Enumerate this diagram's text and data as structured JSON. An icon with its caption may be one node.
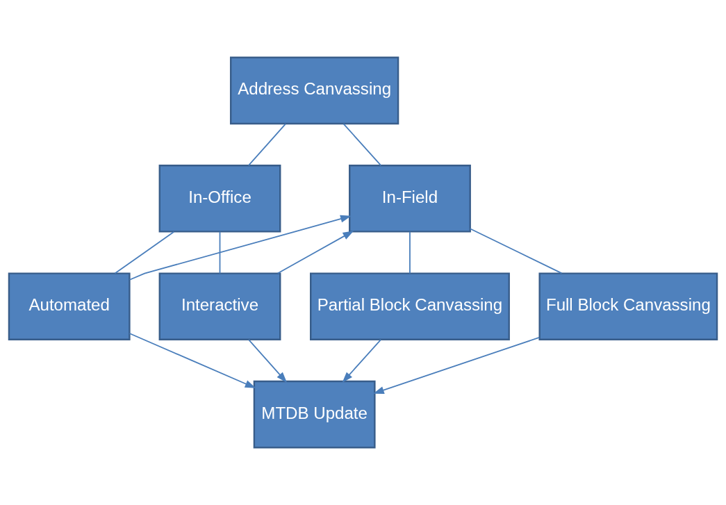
{
  "diagram": {
    "nodes": [
      {
        "text": [
          "Address Canvassing"
        ]
      },
      {
        "text": [
          "In-Office"
        ]
      },
      {
        "text": [
          "In-Field"
        ]
      },
      {
        "text": [
          "Automated"
        ]
      },
      {
        "text": [
          "Interactive"
        ]
      },
      {
        "text": [
          "Partial Block Canvassing"
        ]
      },
      {
        "text": [
          "Full Block Canvassing"
        ]
      },
      {
        "text": [
          "MTDB Update"
        ]
      }
    ],
    "edges": [
      {
        "from": 0,
        "to": 1,
        "arrow": "none"
      },
      {
        "from": 0,
        "to": 2,
        "arrow": "none"
      },
      {
        "from": 1,
        "to": 3,
        "arrow": "none"
      },
      {
        "from": 1,
        "to": 4,
        "arrow": "none"
      },
      {
        "from": 2,
        "to": 5,
        "arrow": "none"
      },
      {
        "from": 2,
        "to": 6,
        "arrow": "none"
      },
      {
        "from": 3,
        "to": 2,
        "arrow": "to"
      },
      {
        "from": 4,
        "to": 2,
        "arrow": "to"
      },
      {
        "from": 3,
        "to": 7,
        "arrow": "to"
      },
      {
        "from": 4,
        "to": 7,
        "arrow": "to"
      },
      {
        "from": 5,
        "to": 7,
        "arrow": "to"
      },
      {
        "from": 6,
        "to": 7,
        "arrow": "to"
      }
    ]
  }
}
